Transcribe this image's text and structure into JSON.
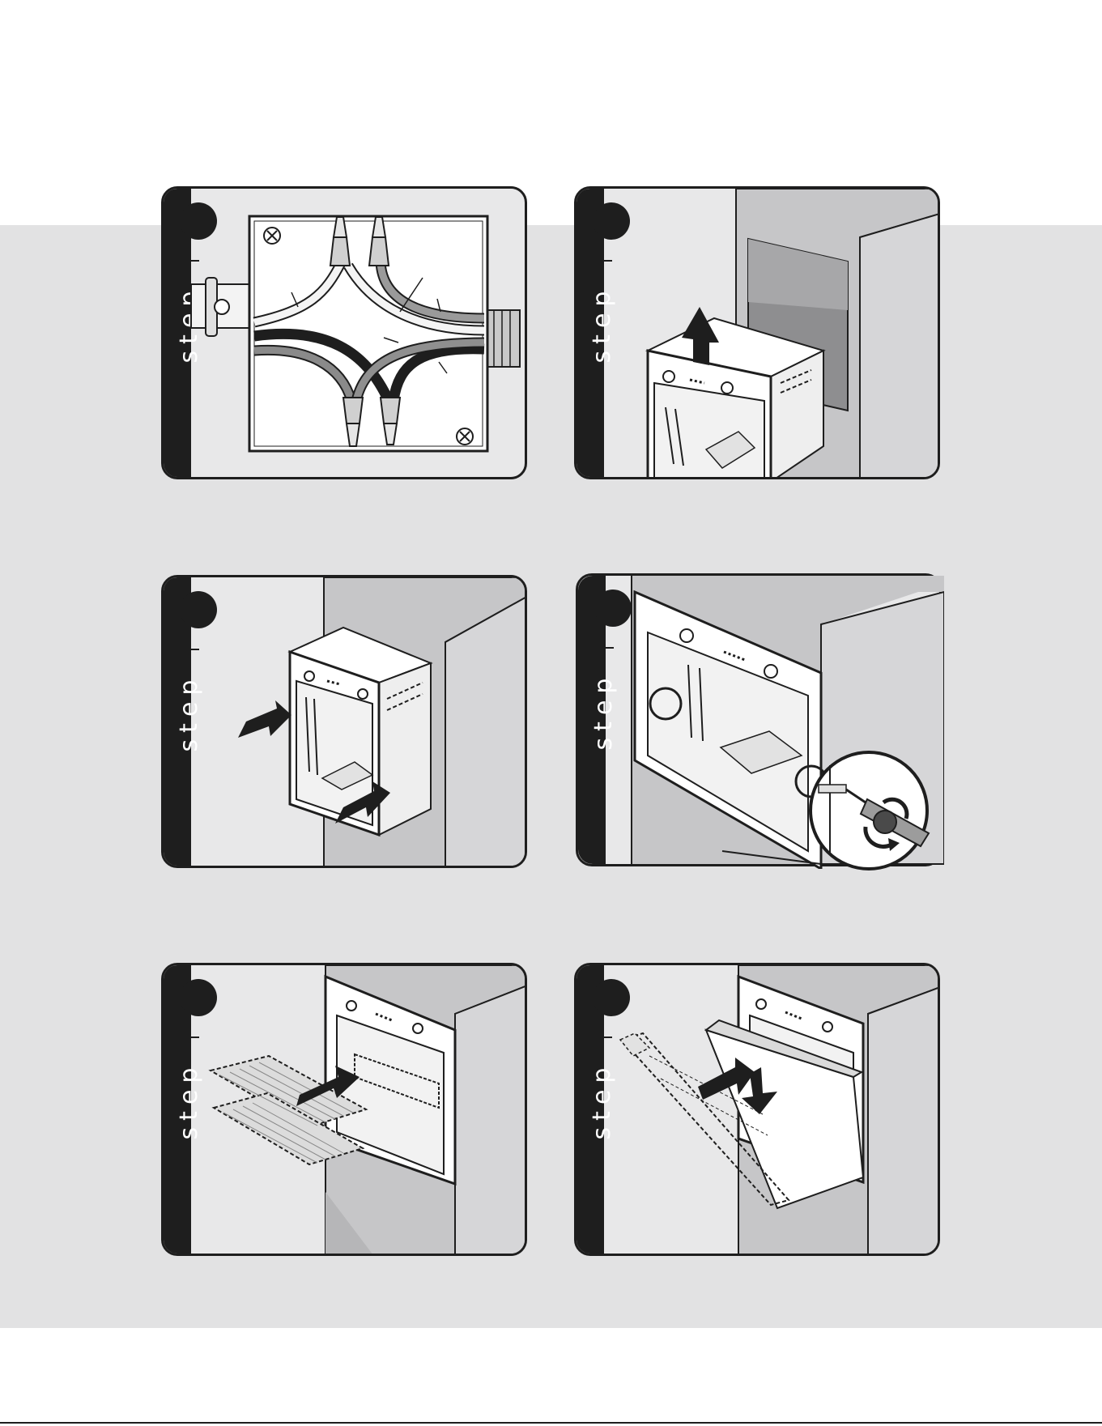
{
  "page": {
    "background": "#ffffff",
    "band_color": "#e2e2e3",
    "ink_color": "#1e1e1e"
  },
  "steps": [
    {
      "label": "step",
      "illustration": "junction-box-wiring-icon"
    },
    {
      "label": "step",
      "illustration": "oven-insert-upward-icon"
    },
    {
      "label": "step",
      "illustration": "oven-push-into-cabinet-icon"
    },
    {
      "label": "step",
      "illustration": "oven-mounting-screws-icon"
    },
    {
      "label": "step",
      "illustration": "oven-rack-insertion-icon"
    },
    {
      "label": "step",
      "illustration": "oven-door-reattach-icon"
    }
  ]
}
